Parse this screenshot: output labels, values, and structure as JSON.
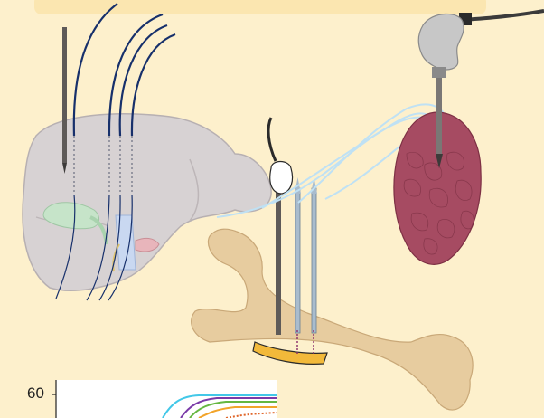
{
  "figure": {
    "background": "#fdf0cc",
    "panel_bar_color": "#fbe6b0",
    "parts": [
      {
        "name": "liver",
        "color": "#d7d2d3"
      },
      {
        "name": "gallbladder",
        "color": "#c6e4c9"
      },
      {
        "name": "inferior-vena-cava",
        "color": "#c9d8f1"
      },
      {
        "name": "pancreas-tissue",
        "color": "#a64b62"
      },
      {
        "name": "bone",
        "color": "#e7cc9f"
      },
      {
        "name": "bone-clamp",
        "color": "#f2b93a"
      },
      {
        "name": "electrode-wire",
        "color": "#17306b"
      },
      {
        "name": "optical-fiber",
        "color": "#bfe1f4"
      }
    ],
    "icons": [
      "needle-icon",
      "ultrasound-probe-icon",
      "electrode-wire-icon",
      "optical-fiber-icon"
    ]
  },
  "inset_chart": {
    "ytick_top": "60",
    "series_colors": [
      "#43c8e8",
      "#7a3aa8",
      "#65b741",
      "#f2a42a",
      "#e0662a"
    ]
  }
}
